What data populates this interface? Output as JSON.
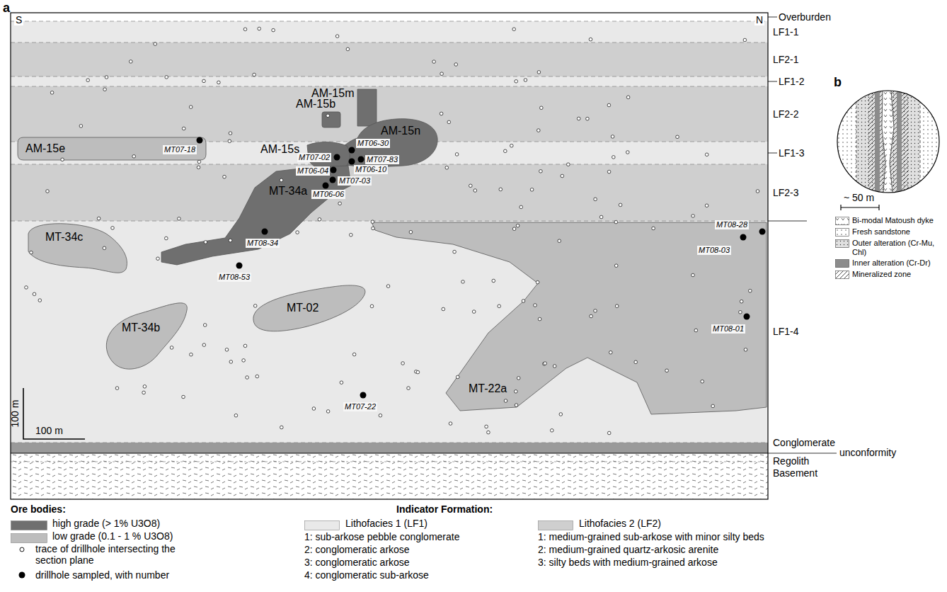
{
  "diagram": {
    "nodes": [
      {
        "text": [
          "AM-15m"
        ]
      },
      {
        "text": [
          "AM-15b"
        ]
      },
      {
        "text": [
          "AM-15n"
        ]
      },
      {
        "text": [
          "AM-15s"
        ]
      },
      {
        "text": [
          "AM-15e"
        ]
      },
      {
        "text": [
          "MT-34a"
        ]
      },
      {
        "text": [
          "MT-34c"
        ]
      },
      {
        "text": [
          "MT-02"
        ]
      },
      {
        "text": [
          "MT-22a"
        ]
      },
      {
        "text": [
          "MT-34b"
        ]
      }
    ],
    "labels": [
      "a",
      "S",
      "N",
      "Overburden",
      "LF1-1",
      "LF2-1",
      "LF1-2",
      "LF2-2",
      "LF1-3",
      "LF2-3",
      "LF1-4",
      "Conglomerate",
      "unconformity",
      "Regolith",
      "Basement",
      "MT07-18",
      "MT06-30",
      "MT07-02",
      "MT07-83",
      "MT06-04",
      "MT06-10",
      "MT07-03",
      "MT06-06",
      "MT08-34",
      "MT08-53",
      "MT08-28",
      "MT08-03",
      "MT08-01",
      "MT07-22",
      "100 m",
      "100 m",
      "b",
      "~ 50 m",
      "Ore bodies:",
      "Indicator Formation:",
      "1: sub-arkose pebble conglomerate",
      "2: conglomeratic arkose",
      "3: conglomeratic arkose",
      "4: conglomeratic sub-arkose",
      "1: medium-grained sub-arkose with minor silty beds",
      "2: medium-grained quartz-arkosic arenite",
      "3: silty beds with medium-grained arkose"
    ],
    "legend": [
      {
        "text": "high grade (> 1% U3O8)",
        "color": "#6f6f6f"
      },
      {
        "text": "low grade (0.1 - 1 % U3O8)",
        "color": "#bdbdbd"
      },
      {
        "text": "trace of drillhole intersecting the section plane"
      },
      {
        "text": "drillhole sampled, with number"
      },
      {
        "text": "Lithofacies 1 (LF1)",
        "color": "#e9e9e9"
      },
      {
        "text": "Lithofacies 2 (LF2)",
        "color": "#cfcfcf"
      },
      {
        "text": "Bi-modal Matoush dyke"
      },
      {
        "text": "Fresh sandstone"
      },
      {
        "text": "Outer alteration (Cr-Mu, Chl)"
      },
      {
        "text": "Inner alteration (Cr-Dr)",
        "color": "#8c8c8c"
      },
      {
        "text": "Mineralized zone"
      }
    ]
  }
}
